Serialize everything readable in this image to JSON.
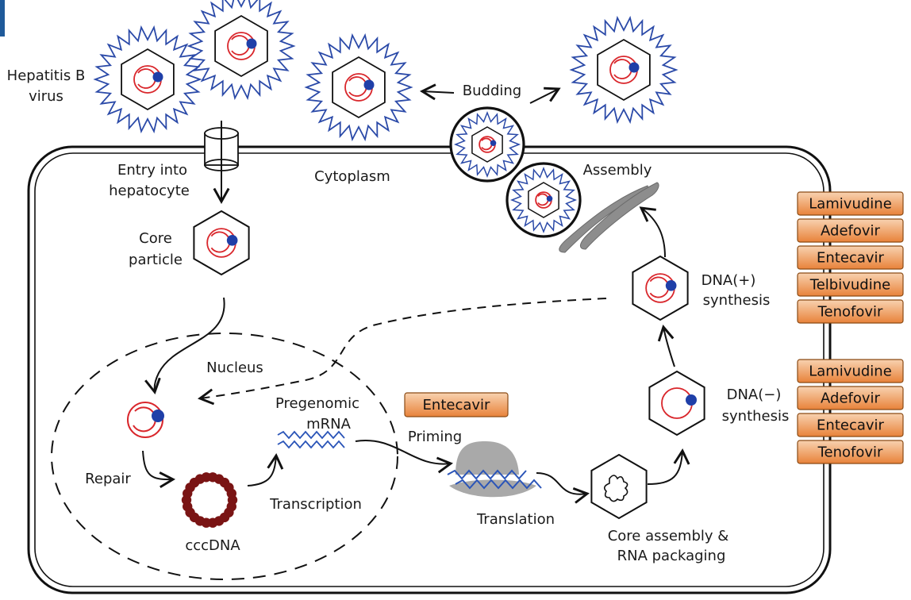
{
  "labels": {
    "hbv": [
      "Hepatitis B",
      "virus"
    ],
    "budding": "Budding",
    "entry": [
      "Entry into",
      "hepatocyte"
    ],
    "cytoplasm": "Cytoplasm",
    "assembly": "Assembly",
    "core_particle": [
      "Core",
      "particle"
    ],
    "nucleus": "Nucleus",
    "repair": "Repair",
    "cccdna": "cccDNA",
    "pregenomic": [
      "Pregenomic",
      "mRNA"
    ],
    "priming": "Priming",
    "transcription": "Transcription",
    "translation": "Translation",
    "core_assembly": [
      "Core assembly &",
      "RNA packaging"
    ],
    "dna_plus": [
      "DNA(+)",
      "synthesis"
    ],
    "dna_minus": [
      "DNA(−)",
      "synthesis"
    ]
  },
  "drugs": {
    "priming": [
      "Entecavir"
    ],
    "dna_plus": [
      "Lamivudine",
      "Adefovir",
      "Entecavir",
      "Telbivudine",
      "Tenofovir"
    ],
    "dna_minus": [
      "Lamivudine",
      "Adefovir",
      "Entecavir",
      "Tenofovir"
    ]
  },
  "colors": {
    "spike_blue": "#2b4aa8",
    "dna_red": "#d9262b",
    "protein_dot": "#1f3fa8",
    "cccdna_bead": "#7a1414",
    "drug_box_top": "#f6c7a0",
    "drug_box_bottom": "#e8823a",
    "ribosome": "#a9a9a9"
  }
}
